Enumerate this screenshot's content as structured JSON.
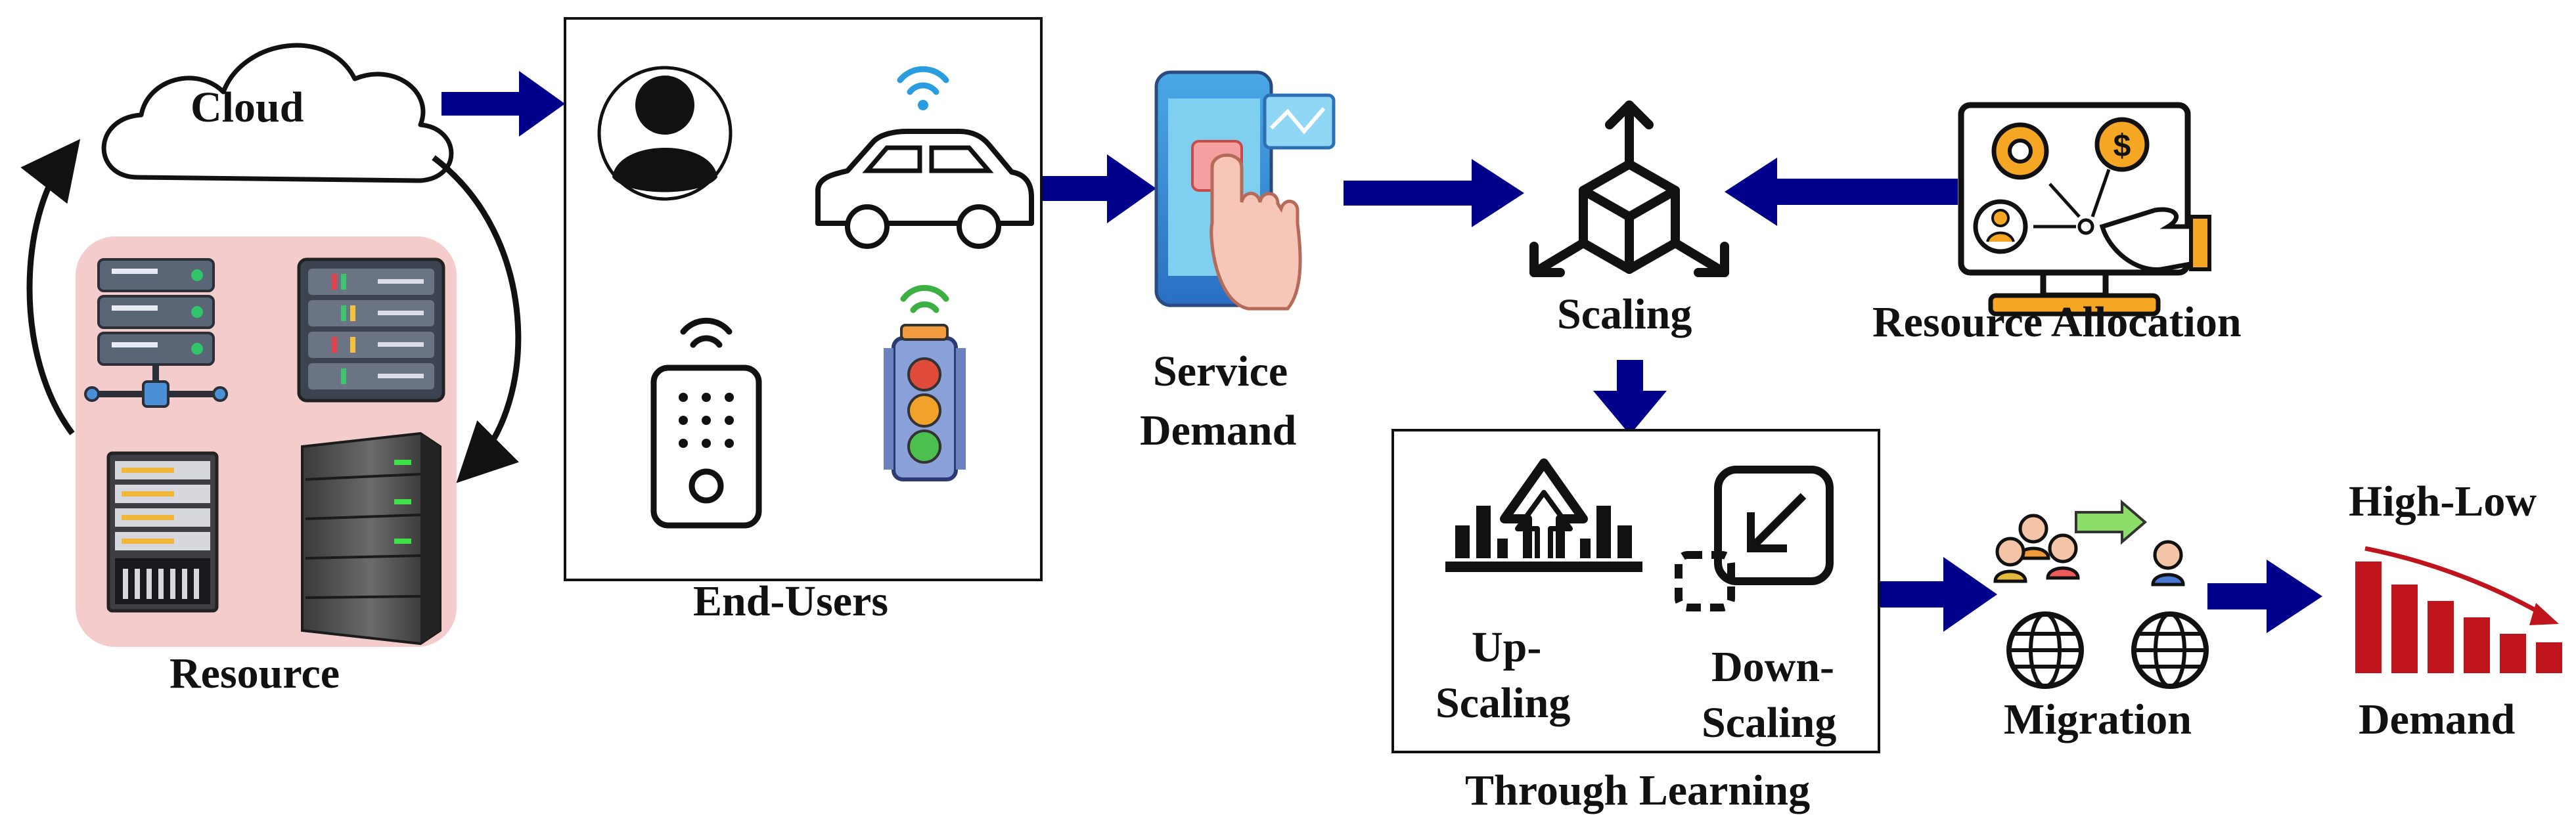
{
  "labels": {
    "cloud": "Cloud",
    "resource": "Resource",
    "end_users": "End-Users",
    "service_demand_line1": "Service",
    "service_demand_line2": "Demand",
    "scaling": "Scaling",
    "resource_allocation": "Resource Allocation",
    "up_scaling_line1": "Up-",
    "up_scaling_line2": "Scaling",
    "down_scaling_line1": "Down-",
    "down_scaling_line2": "Scaling",
    "through_learning": "Through Learning",
    "migration": "Migration",
    "high_low": "High-Low",
    "demand": "Demand"
  },
  "colors": {
    "arrow": "#00008b",
    "resource_bg": "#f5cccc",
    "demand_bars": "#c0141c",
    "outline": "#111111"
  },
  "icons": {
    "cloud": "cloud-icon",
    "servers": [
      "rack-server-icon",
      "server-cabinet-icon",
      "server-rack-panel-icon",
      "tower-server-icon"
    ],
    "end_users": [
      "user-avatar-icon",
      "connected-car-icon",
      "smart-remote-icon",
      "smart-traffic-light-icon"
    ],
    "service_demand": "touch-screen-phone-icon",
    "scaling": "scaling-cube-icon",
    "resource_allocation": "monitor-allocation-icon",
    "up_scaling": "up-scaling-icon",
    "down_scaling": "down-scaling-icon",
    "migration": "migration-globe-icon",
    "demand": "declining-bars-icon"
  }
}
